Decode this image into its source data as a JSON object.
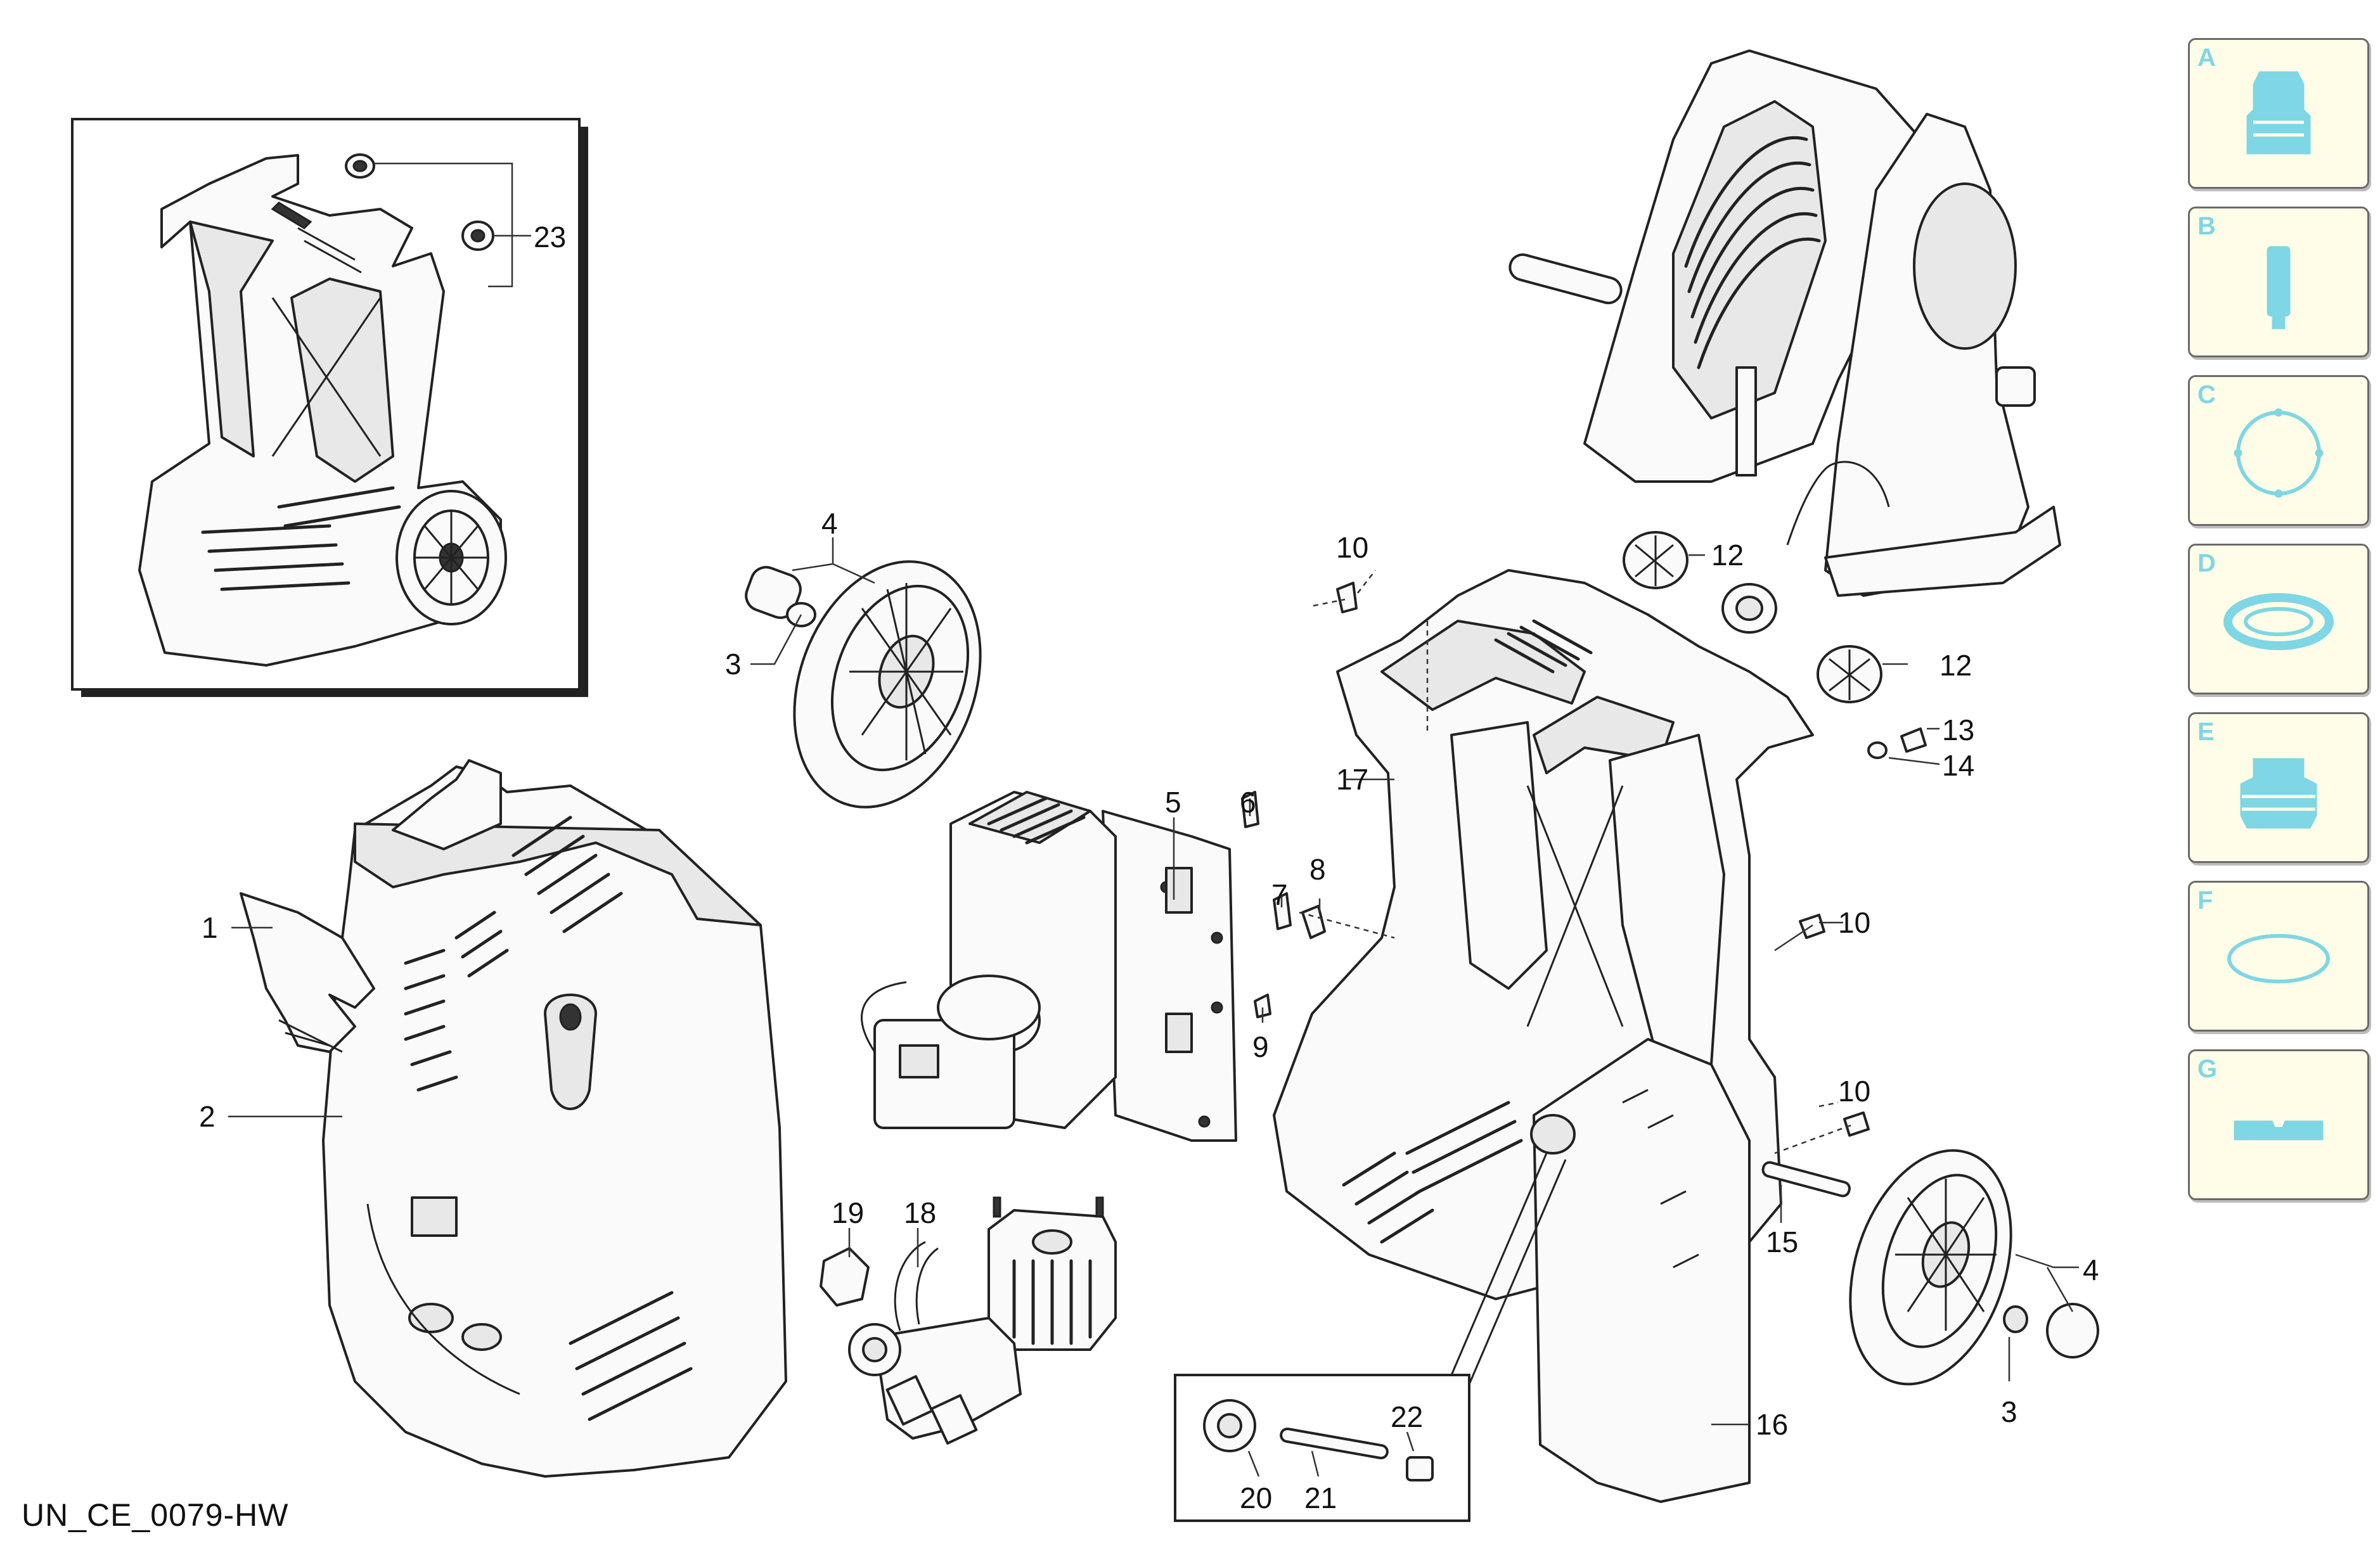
{
  "document_code": "UN_CE_0079-HW",
  "callouts": [
    "1",
    "2",
    "3",
    "3",
    "4",
    "4",
    "5",
    "6",
    "7",
    "8",
    "9",
    "10",
    "10",
    "10",
    "12",
    "12",
    "13",
    "14",
    "15",
    "16",
    "17",
    "18",
    "19",
    "20",
    "21",
    "22",
    "23"
  ],
  "legend": [
    {
      "letter": "A",
      "icon": "nozzle-icon"
    },
    {
      "letter": "B",
      "icon": "cylinder-icon"
    },
    {
      "letter": "C",
      "icon": "o-ring-icon"
    },
    {
      "letter": "D",
      "icon": "flat-seal-icon"
    },
    {
      "letter": "E",
      "icon": "stepped-seal-icon"
    },
    {
      "letter": "F",
      "icon": "thin-ring-icon"
    },
    {
      "letter": "G",
      "icon": "flat-gasket-icon"
    }
  ],
  "colors": {
    "legend_accent": "#7fd6e4",
    "legend_background": "#fffde8"
  }
}
